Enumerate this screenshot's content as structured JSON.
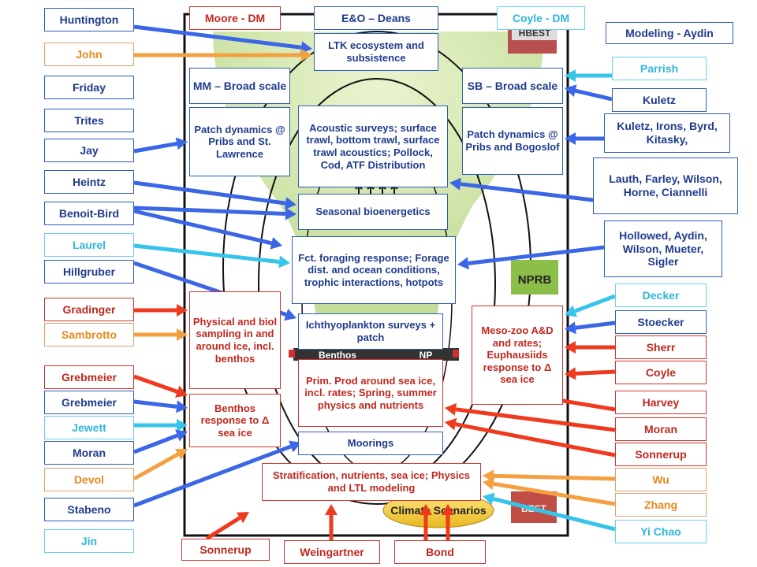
{
  "top": {
    "moore": "Moore  - DM",
    "eo": "E&O – Deans",
    "coyle_dm": "Coyle  - DM",
    "modeling": "Modeling  - Aydin"
  },
  "background_labels": {
    "hbest": "HBEST",
    "nprb": "NPRB",
    "best": "BEST",
    "benthos": "Benthos",
    "np": "NP",
    "climate": "Climate Scenarios"
  },
  "center": {
    "ltk": "LTK ecosystem and subsistence",
    "mm": "MM – Broad scale",
    "sb": "SB – Broad scale",
    "patch_pribs_st": "Patch dynamics @ Pribs and St. Lawrence",
    "acoustic": "Acoustic surveys; surface trawl, bottom trawl, surface trawl acoustics; Pollock, Cod, ATF Distribution",
    "patch_pribs_bog": "Patch dynamics @ Pribs and Bogoslof",
    "seasonal": "Seasonal bioenergetics",
    "foraging": "Fct. foraging response; Forage dist. and ocean conditions, trophic interactions, hotpots",
    "physical": "Physical and biol sampling in and around ice, incl. benthos",
    "ichthyo": "Ichthyoplankton surveys + patch",
    "mesozoo": "Meso-zoo A&D and rates; Euphausiids response to Δ sea ice",
    "primprod": "Prim. Prod around sea ice, incl. rates; Spring, summer physics and nutrients",
    "benthos": "Benthos response to Δ sea ice",
    "moorings": "Moorings",
    "strat": "Stratification, nutrients, sea ice; Physics and LTL modeling"
  },
  "left": {
    "huntington": "Huntington",
    "john": "John",
    "friday": "Friday",
    "trites": "Trites",
    "jay": "Jay",
    "heintz": "Heintz",
    "benoit": "Benoit-Bird",
    "laurel": "Laurel",
    "hillgruber": "Hillgruber",
    "gradinger": "Gradinger",
    "sambrotto": "Sambrotto",
    "grebmeier1": "Grebmeier",
    "grebmeier2": "Grebmeier",
    "jewett": "Jewett",
    "moran": "Moran",
    "devol": "Devol",
    "stabeno": "Stabeno",
    "jin": "Jin"
  },
  "right": {
    "parrish": "Parrish",
    "kuletz": "Kuletz",
    "kuletz_group": "Kuletz,  Irons, Byrd,  Kitasky,",
    "lauth_group": "Lauth,  Farley, Wilson,  Horne, Ciannelli",
    "hollowed_group": "Hollowed, Aydin,  Wilson, Mueter,  Sigler",
    "decker": "Decker",
    "stoecker": "Stoecker",
    "sherr": "Sherr",
    "coyle": "Coyle",
    "harvey": "Harvey",
    "moran": "Moran",
    "sonnerup": "Sonnerup",
    "wu": "Wu",
    "zhang": "Zhang",
    "yichao": "Yi Chao"
  },
  "bottom": {
    "sonnerup": "Sonnerup",
    "weingartner": "Weingartner",
    "bond": "Bond"
  },
  "colors": {
    "blue": "#3b66e6",
    "red": "#ef3a1e",
    "orange": "#f4a040",
    "cyan": "#38c4ea"
  }
}
